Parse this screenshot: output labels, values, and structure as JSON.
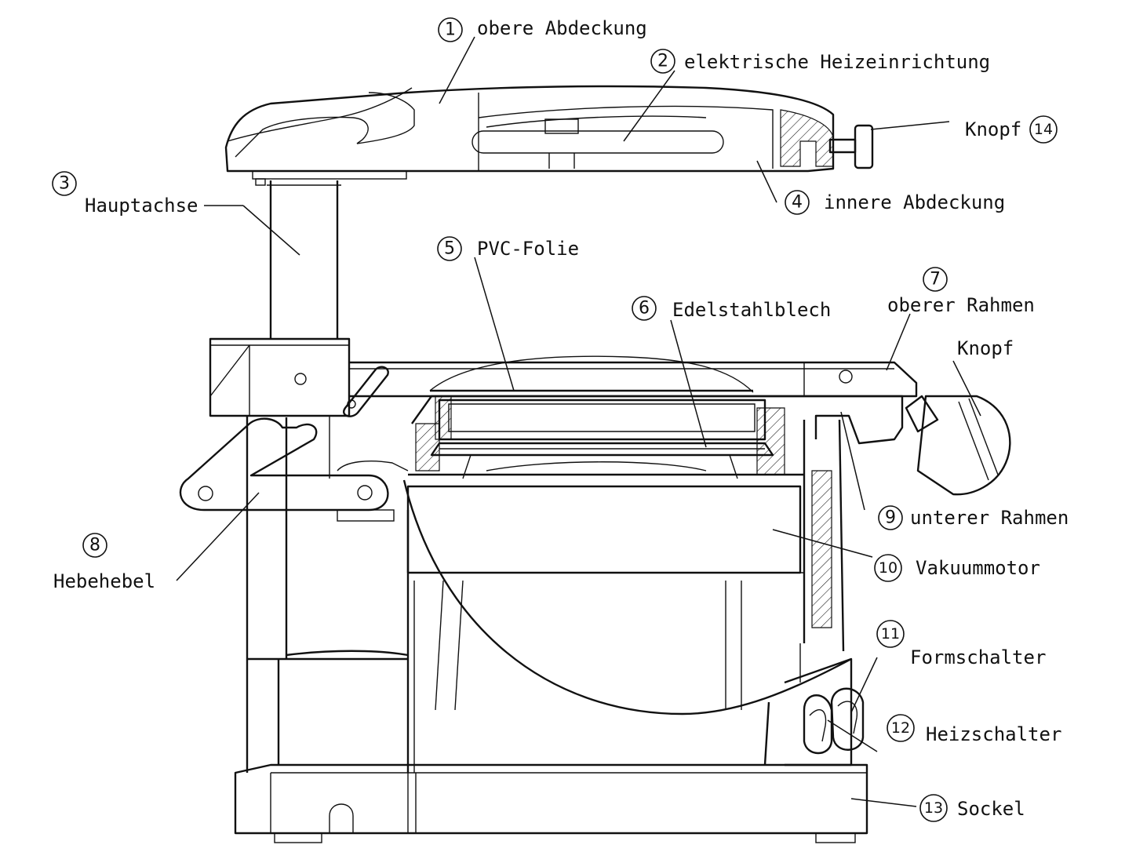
{
  "labels": [
    {
      "id": "obere-abdeckung",
      "num": "1",
      "text": "obere Abdeckung"
    },
    {
      "id": "elektrische-heizeinrichtung",
      "num": "2",
      "text": "elektrische Heizeinrichtung"
    },
    {
      "id": "hauptachse",
      "num": "3",
      "text": "Hauptachse"
    },
    {
      "id": "innere-abdeckung",
      "num": "4",
      "text": "innere Abdeckung"
    },
    {
      "id": "pvc-folie",
      "num": "5",
      "text": "PVC-Folie"
    },
    {
      "id": "edelstahlblech",
      "num": "6",
      "text": "Edelstahlblech"
    },
    {
      "id": "oberer-rahmen",
      "num": "7",
      "text": "oberer Rahmen"
    },
    {
      "id": "knopf-rahmen",
      "num": "",
      "text": "Knopf"
    },
    {
      "id": "hebehebel",
      "num": "8",
      "text": "Hebehebel"
    },
    {
      "id": "unterer-rahmen",
      "num": "9",
      "text": "unterer Rahmen"
    },
    {
      "id": "vakuummotor",
      "num": "10",
      "text": "Vakuummotor"
    },
    {
      "id": "formschalter",
      "num": "11",
      "text": "Formschalter"
    },
    {
      "id": "heizschalter",
      "num": "12",
      "text": "Heizschalter"
    },
    {
      "id": "sockel",
      "num": "13",
      "text": "Sockel"
    },
    {
      "id": "knopf-oben",
      "num": "14",
      "text": "Knopf"
    }
  ]
}
